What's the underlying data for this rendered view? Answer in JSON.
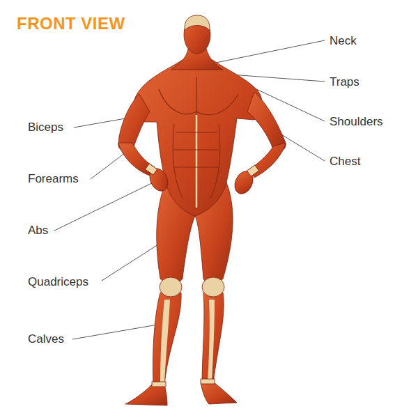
{
  "diagram": {
    "title": "FRONT VIEW",
    "labels": [
      "Neck",
      "Traps",
      "Shoulders",
      "Chest",
      "Biceps",
      "Forearms",
      "Abs",
      "Quadriceps",
      "Calves"
    ]
  }
}
